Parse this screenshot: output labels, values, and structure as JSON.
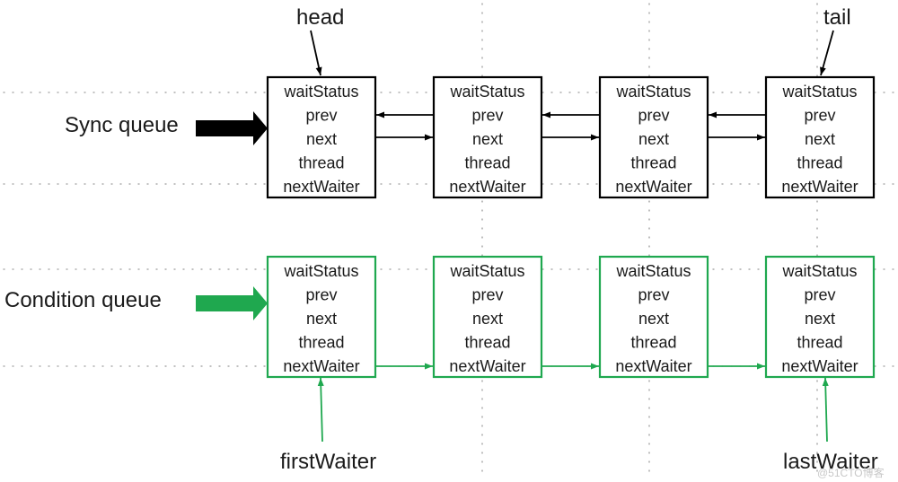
{
  "colors": {
    "sync": "#000000",
    "condition": "#1fa84f",
    "grid": "#9a9a9a"
  },
  "node_fields": [
    "waitStatus",
    "prev",
    "next",
    "thread",
    "nextWaiter"
  ],
  "sync_queue": {
    "label": "Sync queue",
    "head_label": "head",
    "tail_label": "tail",
    "node_count": 4
  },
  "condition_queue": {
    "label": "Condition queue",
    "first_label": "firstWaiter",
    "last_label": "lastWaiter",
    "node_count": 4
  },
  "watermark": "@51CTO博客"
}
